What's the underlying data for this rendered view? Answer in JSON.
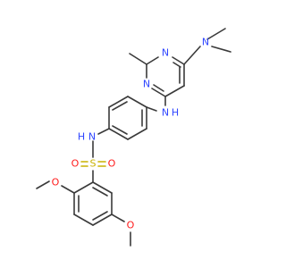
{
  "molecule": {
    "atoms": {
      "n_dimethylamino": "N",
      "n_pyrimidine_1": "N",
      "n_pyrimidine_3": "N",
      "n_amine_bridge": "N",
      "h_amine_bridge": "H",
      "n_sulfonamide": "N",
      "h_sulfonamide": "H",
      "s_sulfonyl": "S",
      "o_sulfonyl_left": "O",
      "o_sulfonyl_right": "O",
      "o_methoxy_2": "O",
      "o_methoxy_5": "O"
    }
  },
  "colors": {
    "carbon_bond": "#3a3a3a",
    "nitrogen": "#2f46ff",
    "oxygen": "#ff1a1a",
    "sulfur": "#c8b200",
    "background": "#ffffff"
  }
}
